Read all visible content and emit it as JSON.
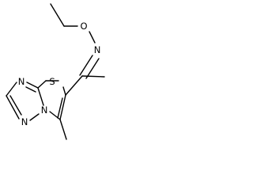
{
  "diagram": {
    "atoms": {
      "S1": "S",
      "N_bridge": "N",
      "N_ring_top": "N",
      "N_ring_bottom": "N",
      "N_oxime": "N",
      "O_oxime": "O"
    },
    "colors": {
      "background": "#ffffff",
      "bond": "#000000",
      "text": "#000000"
    }
  }
}
